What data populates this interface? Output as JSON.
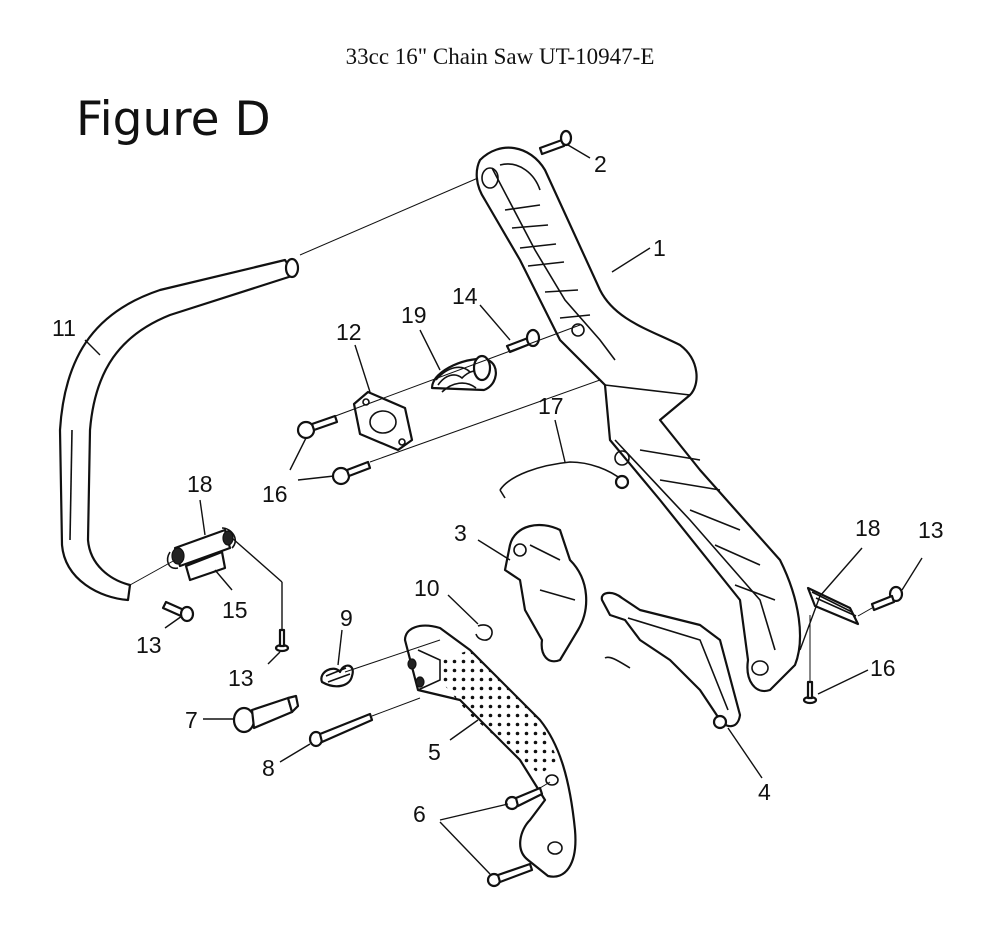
{
  "title": "33cc 16\" Chain Saw UT-10947-E",
  "figure_label": "Figure D",
  "callouts": [
    {
      "id": "c1",
      "label": "1"
    },
    {
      "id": "c2",
      "label": "2"
    },
    {
      "id": "c3",
      "label": "3"
    },
    {
      "id": "c4",
      "label": "4"
    },
    {
      "id": "c5",
      "label": "5"
    },
    {
      "id": "c6",
      "label": "6"
    },
    {
      "id": "c7",
      "label": "7"
    },
    {
      "id": "c8",
      "label": "8"
    },
    {
      "id": "c9",
      "label": "9"
    },
    {
      "id": "c10",
      "label": "10"
    },
    {
      "id": "c11",
      "label": "11"
    },
    {
      "id": "c12",
      "label": "12"
    },
    {
      "id": "c13a",
      "label": "13"
    },
    {
      "id": "c13b",
      "label": "13"
    },
    {
      "id": "c13c",
      "label": "13"
    },
    {
      "id": "c14",
      "label": "14"
    },
    {
      "id": "c15",
      "label": "15"
    },
    {
      "id": "c16a",
      "label": "16"
    },
    {
      "id": "c16b",
      "label": "16"
    },
    {
      "id": "c17",
      "label": "17"
    },
    {
      "id": "c18a",
      "label": "18"
    },
    {
      "id": "c18b",
      "label": "18"
    },
    {
      "id": "c19",
      "label": "19"
    }
  ]
}
